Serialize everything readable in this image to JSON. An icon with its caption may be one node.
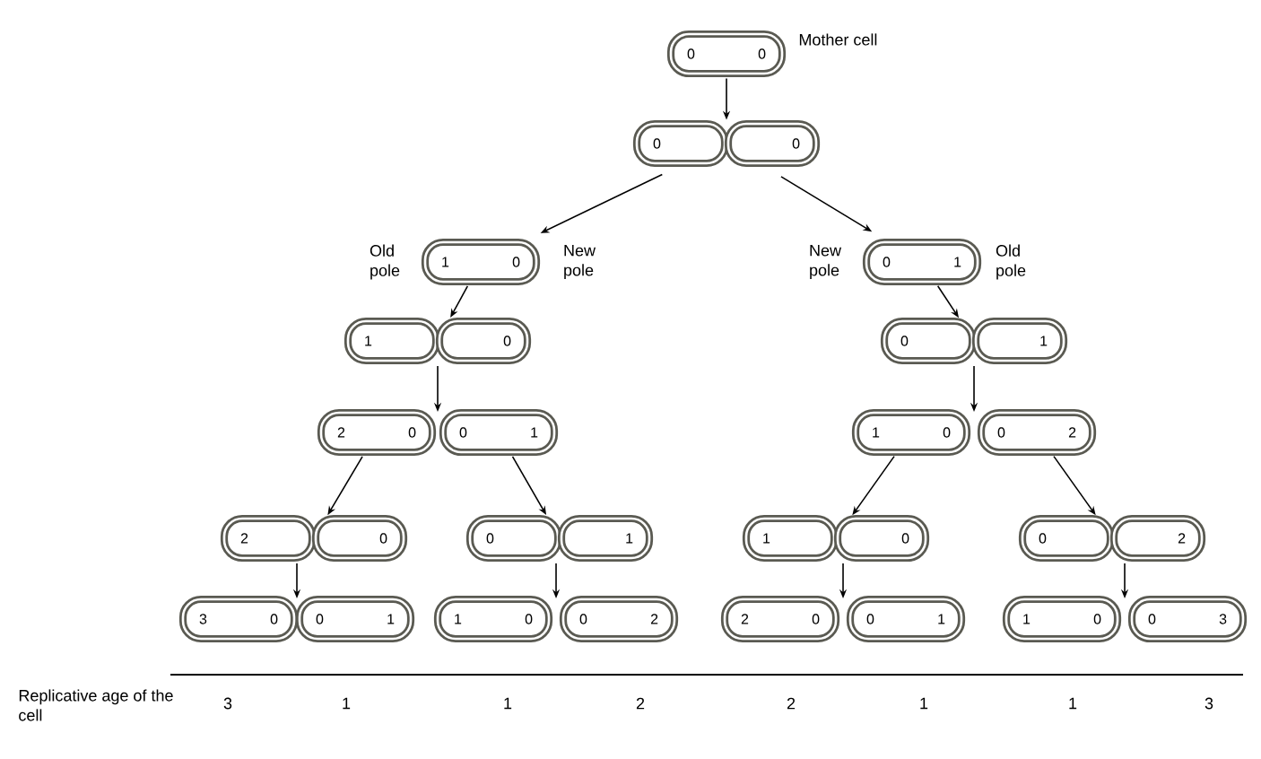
{
  "diagram": {
    "nodes": [
      {
        "text": [
          "0",
          "0"
        ],
        "beside": [
          "Mother cell"
        ]
      },
      {
        "text": [
          "0",
          "0"
        ]
      },
      {
        "text": [
          "1",
          "0"
        ],
        "beside": [
          "Old pole",
          "New pole"
        ]
      },
      {
        "text": [
          "0",
          "1"
        ],
        "beside": [
          "New pole",
          "Old pole"
        ]
      },
      {
        "text": [
          "1",
          "0"
        ]
      },
      {
        "text": [
          "0",
          "1"
        ]
      },
      {
        "text": [
          "2",
          "0"
        ]
      },
      {
        "text": [
          "0",
          "1"
        ]
      },
      {
        "text": [
          "1",
          "0"
        ]
      },
      {
        "text": [
          "0",
          "2"
        ]
      },
      {
        "text": [
          "2",
          "0"
        ]
      },
      {
        "text": [
          "0",
          "1"
        ]
      },
      {
        "text": [
          "1",
          "0"
        ]
      },
      {
        "text": [
          "0",
          "2"
        ]
      },
      {
        "text": [
          "3",
          "0"
        ]
      },
      {
        "text": [
          "0",
          "1"
        ]
      },
      {
        "text": [
          "1",
          "0"
        ]
      },
      {
        "text": [
          "0",
          "2"
        ]
      },
      {
        "text": [
          "2",
          "0"
        ]
      },
      {
        "text": [
          "0",
          "1"
        ]
      },
      {
        "text": [
          "1",
          "0"
        ]
      },
      {
        "text": [
          "0",
          "3"
        ]
      }
    ],
    "edges": [
      {
        "from": 0,
        "to": 1,
        "arrow": "to"
      },
      {
        "from": 1,
        "to": 2,
        "arrow": "to"
      },
      {
        "from": 1,
        "to": 3,
        "arrow": "to"
      },
      {
        "from": 2,
        "to": 4,
        "arrow": "to"
      },
      {
        "from": 3,
        "to": 5,
        "arrow": "to"
      },
      {
        "from": 4,
        "to": 6,
        "arrow": "to"
      },
      {
        "from": 4,
        "to": 7,
        "arrow": "to"
      },
      {
        "from": 5,
        "to": 8,
        "arrow": "to"
      },
      {
        "from": 5,
        "to": 9,
        "arrow": "to"
      },
      {
        "from": 6,
        "to": 10,
        "arrow": "to"
      },
      {
        "from": 7,
        "to": 11,
        "arrow": "to"
      },
      {
        "from": 8,
        "to": 12,
        "arrow": "to"
      },
      {
        "from": 9,
        "to": 13,
        "arrow": "to"
      },
      {
        "from": 10,
        "to": 14,
        "arrow": "to"
      },
      {
        "from": 10,
        "to": 15,
        "arrow": "to"
      },
      {
        "from": 11,
        "to": 16,
        "arrow": "to"
      },
      {
        "from": 11,
        "to": 17,
        "arrow": "to"
      },
      {
        "from": 12,
        "to": 18,
        "arrow": "to"
      },
      {
        "from": 12,
        "to": 19,
        "arrow": "to"
      },
      {
        "from": 13,
        "to": 20,
        "arrow": "to"
      },
      {
        "from": 13,
        "to": 21,
        "arrow": "to"
      }
    ],
    "labels": [
      "Replicative age of the cell",
      "3",
      "1",
      "1",
      "2",
      "2",
      "1",
      "1",
      "3"
    ]
  }
}
